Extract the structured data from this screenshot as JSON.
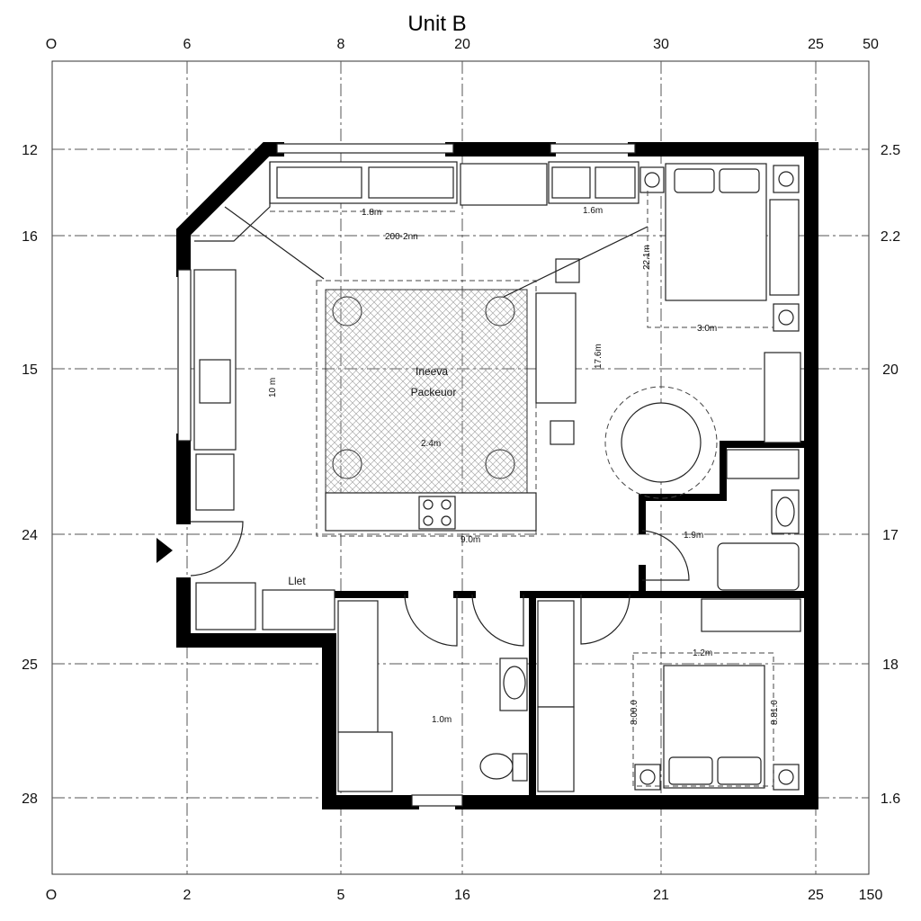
{
  "title": "Unit B",
  "axis_top": [
    "O",
    "6",
    "8",
    "20",
    "30",
    "25",
    "50"
  ],
  "axis_bottom": [
    "O",
    "2",
    "5",
    "16",
    "21",
    "25",
    "150"
  ],
  "axis_left": [
    "12",
    "16",
    "15",
    "24",
    "25",
    "28"
  ],
  "axis_right": [
    "2.5",
    "2.2",
    "20",
    "17",
    "18",
    "1.6"
  ],
  "dimensions": {
    "kitchen_upper": "1.8m",
    "upper_right": "1.6m",
    "overall": "200-2nn",
    "bedroom1_height": "22.1m",
    "bedroom1_width": "3.0m",
    "living_height": "17.6m",
    "kitchen_height": "10 m",
    "rug_center": "2.4m",
    "living_width": "9.0m",
    "bath_width": "1.9m",
    "bedroom2_width": "1.2m",
    "bedroom2_left": "8.00.0",
    "bedroom2_right": "8.81.0",
    "wc_width": "1.0m"
  },
  "room_labels": {
    "living_line1": "Ineeva",
    "living_line2": "Packeuor",
    "entry": "Llet"
  },
  "colors": {
    "wall": "#000000",
    "rug_hatch": "#bbbbbb"
  },
  "icons": [
    "entry-arrow-icon"
  ]
}
